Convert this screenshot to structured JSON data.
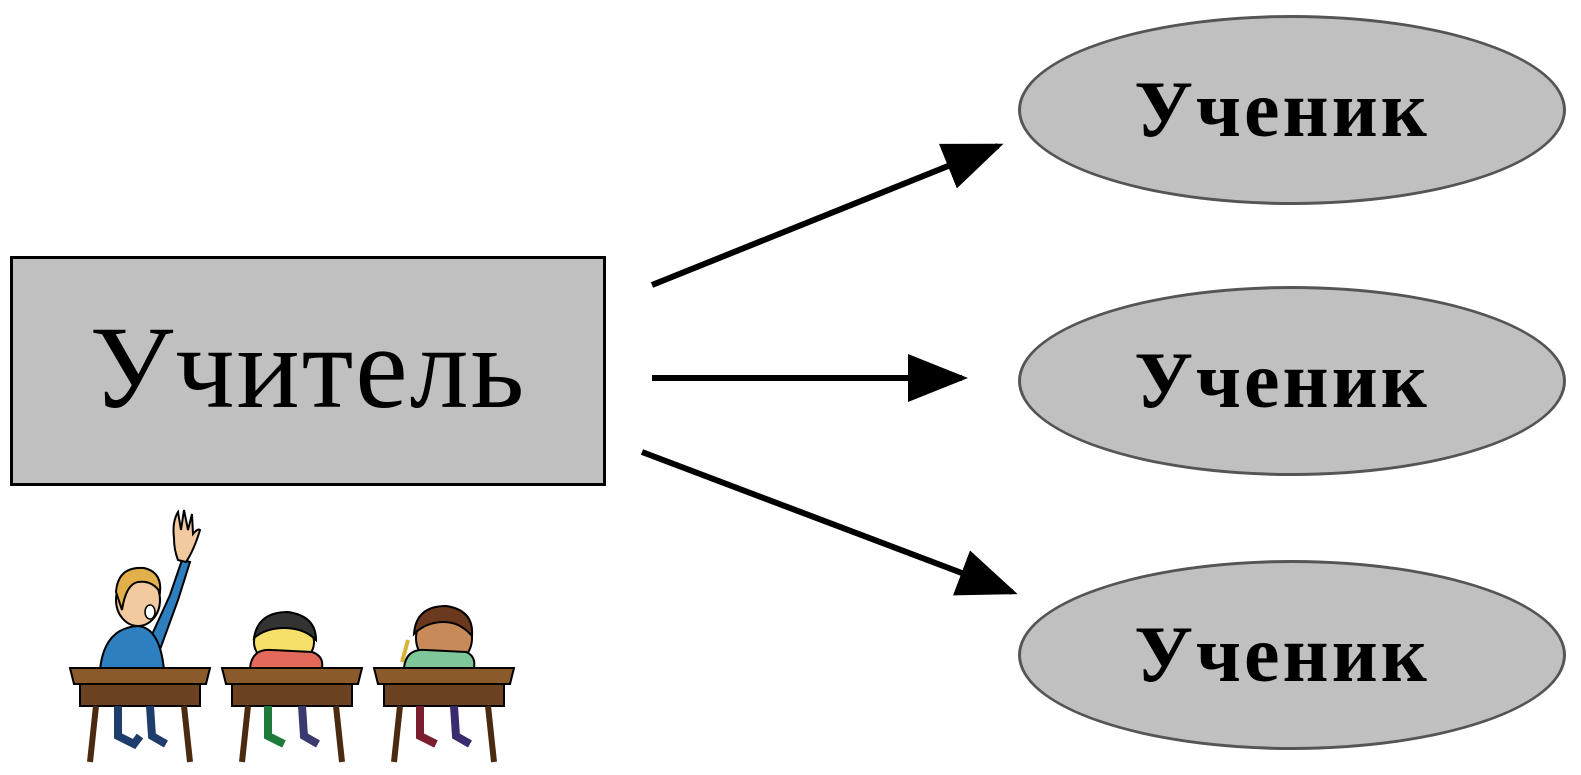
{
  "teacher": {
    "label": "Учитель"
  },
  "students": [
    {
      "label": "Ученик"
    },
    {
      "label": "Ученик"
    },
    {
      "label": "Ученик"
    }
  ],
  "colors": {
    "node_fill": "#c0c0c0",
    "stroke": "#000000",
    "ellipse_border": "#555555"
  },
  "illustration": {
    "icon": "classroom-pupils-at-desks-icon",
    "pupil_count": 3
  }
}
